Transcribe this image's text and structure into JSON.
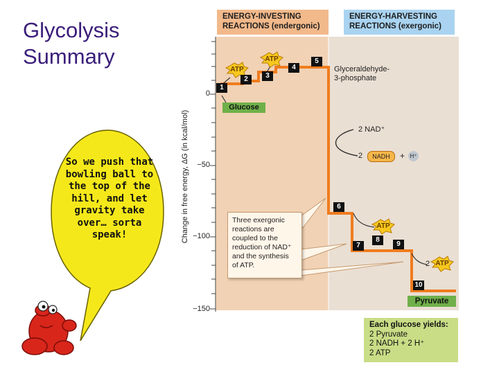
{
  "slide": {
    "title_lines": [
      "Glycolysis",
      "Summary"
    ],
    "bubble_text": "So we push that bowling ball to the top of the hill, and let gravity take over… sorta speak!"
  },
  "diagram": {
    "header_left_lines": [
      "ENERGY-INVESTING",
      "REACTIONS (endergonic)"
    ],
    "header_right_lines": [
      "ENERGY-HARVESTING",
      "REACTIONS (exergonic)"
    ],
    "y_axis_label": "Change in free energy, ΔG (in kcal/mol)",
    "y_ticks": [
      "0",
      "−50",
      "−100",
      "−150"
    ],
    "steps": [
      "1",
      "2",
      "3",
      "4",
      "5",
      "6",
      "7",
      "8",
      "9",
      "10"
    ],
    "atp_labels": [
      "ATP",
      "ATP",
      "ATP",
      "ATP"
    ],
    "atp_prefix_2": "2",
    "glucose": "Glucose",
    "g3p_lines": [
      "Glyceraldehyde-",
      "3-phosphate"
    ],
    "nad_plus": "2 NAD⁺",
    "nadh_prefix": "2",
    "nadh": "NADH",
    "plus": "+",
    "h_plus": "H⁺",
    "note_lines": [
      "Three exergonic",
      "reactions are",
      "coupled to the",
      "reduction of NAD⁺",
      "and the synthesis",
      "of ATP."
    ],
    "pyruvate": "Pyruvate",
    "yields_lines": [
      "Each glucose yields:",
      "2 Pyruvate",
      "2 NADH + 2 H⁺",
      "2 ATP"
    ]
  },
  "colors": {
    "title": "#3a1e7a",
    "investing_header": "#f2b98b",
    "harvesting_header": "#a9d3f0",
    "investing_panel": "#f1d2b5",
    "harvesting_panel": "#eadfd3",
    "energy_line": "#f07c1e",
    "bubble": "#f5e81a",
    "molecule_box": "#6fb04a",
    "yields_box": "#c9dd86"
  }
}
